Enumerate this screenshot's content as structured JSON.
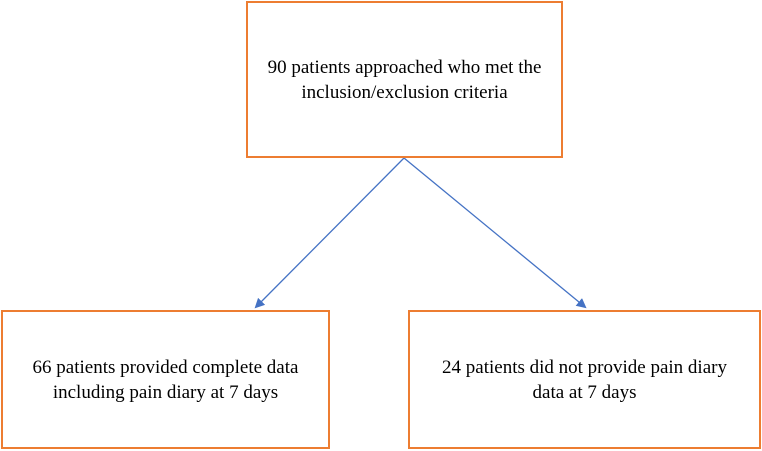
{
  "diagram": {
    "nodes": {
      "top": {
        "label": "90 patients approached who met the inclusion/exclusion criteria"
      },
      "left": {
        "label": "66 patients provided complete data including pain diary at 7 days"
      },
      "right": {
        "label": "24 patients did not provide pain diary data at 7 days"
      }
    },
    "edges": [
      {
        "from": "top",
        "to": "left"
      },
      {
        "from": "top",
        "to": "right"
      }
    ],
    "colors": {
      "box_border": "#ED7D31",
      "arrow": "#4472C4"
    }
  }
}
